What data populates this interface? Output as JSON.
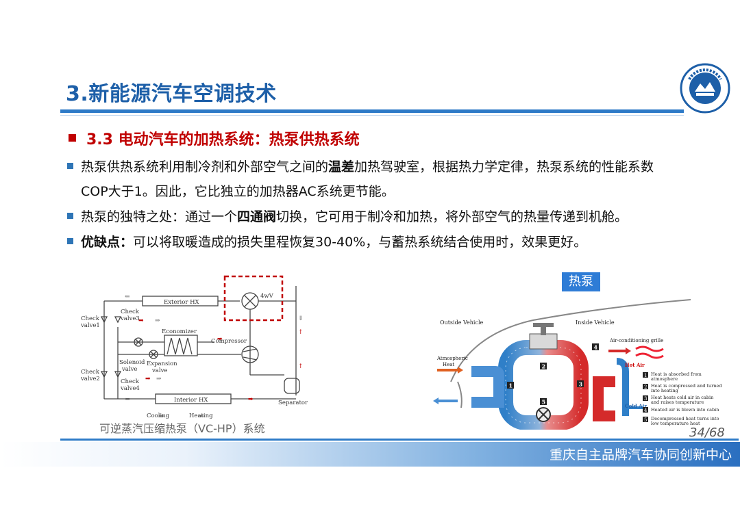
{
  "slide": {
    "title": "3.新能源汽车空调技术",
    "section": "3.3 电动汽车的加热系统：热泵供热系统",
    "bullets": [
      {
        "pre": "热泵供热系统利用制冷剂和外部空气之间的",
        "bold": "温差",
        "post": "加热驾驶室，根据热力学定律，热泵系统的性能系数",
        "line2": "COP大于1。因此，它比独立的加热器AC系统更节能。"
      },
      {
        "pre": "热泵的独特之处：通过一个",
        "bold": "四通阀",
        "post": "切换，它可用于制冷和加热，将外部空气的热量传递到机舱。"
      },
      {
        "bold": "优缺点：",
        "post": "可以将取暖造成的损失里程恢复30-40%，与蓄热系统结合使用时，效果更好。"
      }
    ],
    "caption": "可逆蒸汽压缩热泵（VC-HP）系统",
    "page_number": "34/68",
    "footer": "重庆自主品牌汽车协同创新中心"
  },
  "left_diagram": {
    "labels": {
      "exterior_hx": "Exterior HX",
      "fourway": "4wV",
      "check_valve3": [
        "Check",
        "valve3"
      ],
      "check_valve1": [
        "Check",
        "valve1"
      ],
      "economizer": "Economizer",
      "compressor": "Compressor",
      "solenoid": [
        "Solenoid",
        "valve"
      ],
      "expansion": [
        "Expansion",
        "valve"
      ],
      "check_valve2": [
        "Check",
        "valve2"
      ],
      "check_valve4": [
        "Check",
        "valve4"
      ],
      "interior_hx": "Interior HX",
      "separator": "Separator",
      "cooling": "Cooling",
      "heating": "Heating"
    }
  },
  "right_diagram": {
    "tag": "热泵",
    "outside": "Outside Vehicle",
    "inside": "Inside Vehicle",
    "grille": "Air-conditioning grille",
    "atmospheric": [
      "Atmospheric",
      "Heat"
    ],
    "hot_air": "Hot Air",
    "cold_air": "Cold Air",
    "legend": [
      {
        "n": "1",
        "t": [
          "Heat is absorbed from",
          "atmosphere"
        ]
      },
      {
        "n": "2",
        "t": [
          "Heat is compressed and turned",
          "into heating"
        ]
      },
      {
        "n": "3",
        "t": [
          "Heat heats cold air in cabin",
          "and raises temperature"
        ]
      },
      {
        "n": "4",
        "t": [
          "Heated air is blown into cabin"
        ]
      },
      {
        "n": "5",
        "t": [
          "Decompressed heat turns into",
          "low temperature heat"
        ]
      }
    ]
  },
  "colors": {
    "title": "#1d5fa8",
    "section": "#c00000",
    "bullet": "#2e75b6",
    "accent": "#2e7cd6"
  }
}
